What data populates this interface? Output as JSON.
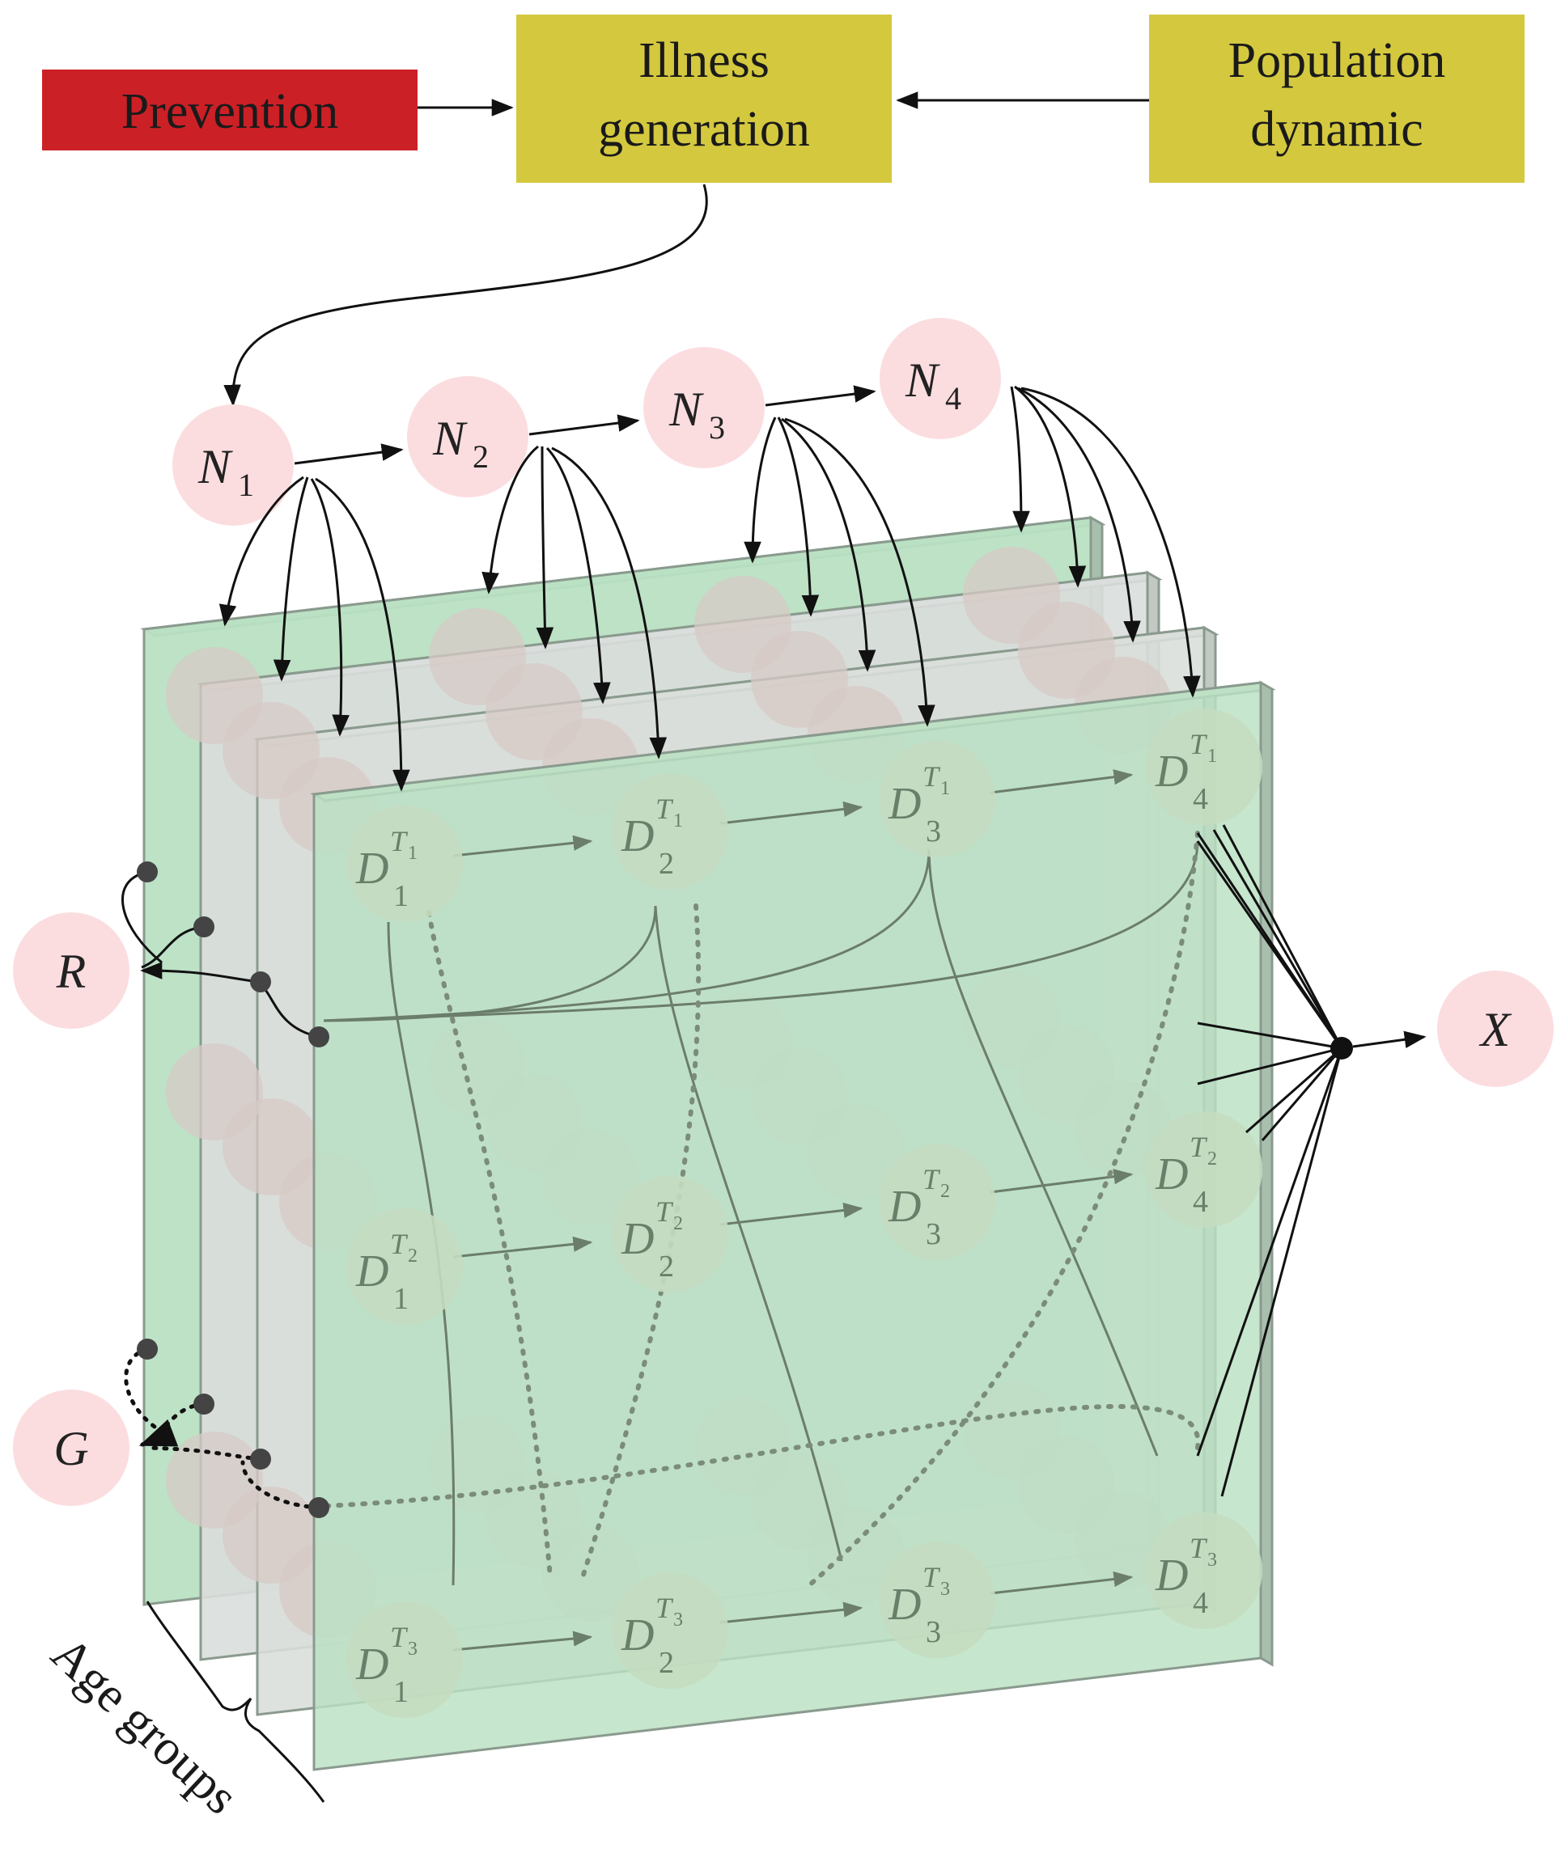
{
  "boxes": {
    "prevention": {
      "label": "Prevention",
      "color": "#cc2027"
    },
    "illness": {
      "line1": "Illness",
      "line2": "generation",
      "color": "#d4c83f"
    },
    "population": {
      "line1": "Population",
      "line2": "dynamic",
      "color": "#d4c83f"
    }
  },
  "n_nodes": [
    {
      "name": "N",
      "sub": "1"
    },
    {
      "name": "N",
      "sub": "2"
    },
    {
      "name": "N",
      "sub": "3"
    },
    {
      "name": "N",
      "sub": "4"
    }
  ],
  "d_node": {
    "name": "D",
    "sup": "T"
  },
  "front_rows": [
    {
      "tsub": "1",
      "cols": [
        "1",
        "2",
        "3",
        "4"
      ]
    },
    {
      "tsub": "2",
      "cols": [
        "1",
        "2",
        "3",
        "4"
      ]
    },
    {
      "tsub": "3",
      "cols": [
        "1",
        "2",
        "3",
        "4"
      ]
    }
  ],
  "outputs": {
    "r": "R",
    "g": "G",
    "x": "X"
  },
  "age_label": "Age groups",
  "colors": {
    "node_pink": "#fbdde0",
    "layer_green": "#b9e0c3",
    "layer_grey": "#d9dedb",
    "d_node": "#c4dcc0"
  }
}
